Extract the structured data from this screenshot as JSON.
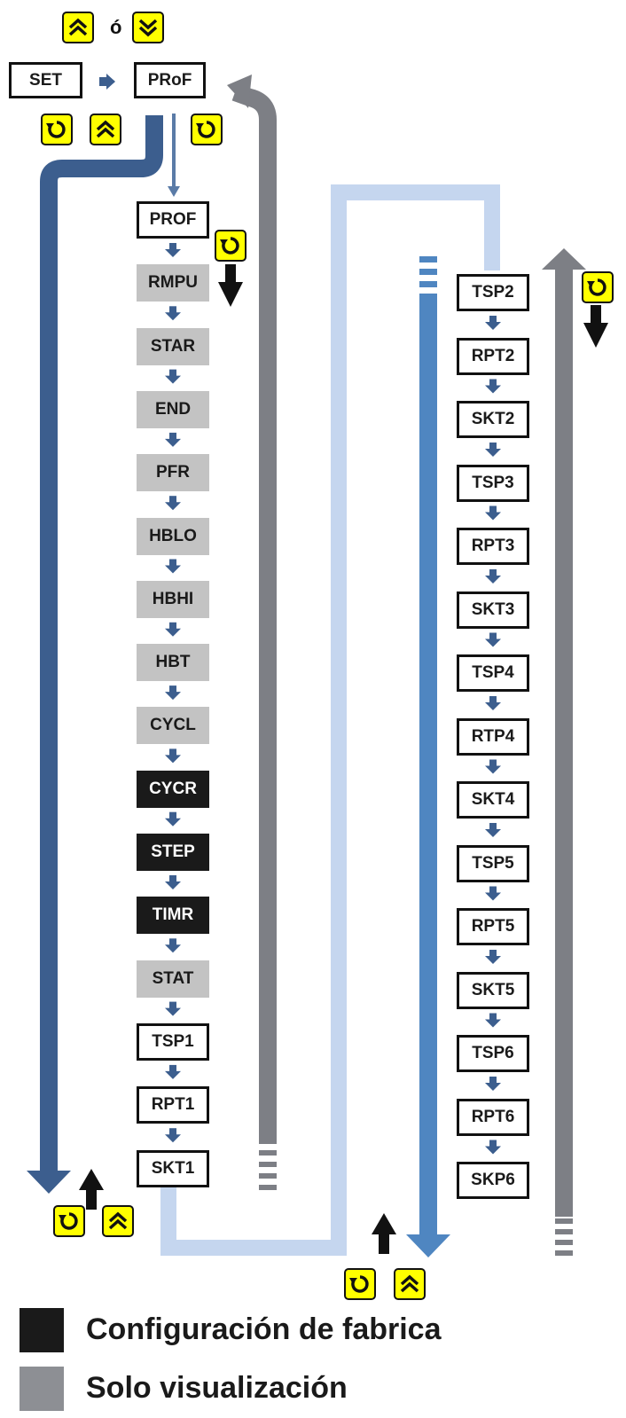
{
  "header": {
    "separator": "ó",
    "set_label": "SET",
    "prof_label": "PRoF"
  },
  "left_column": [
    "PROF",
    "RMPU",
    "STAR",
    "END",
    "PFR",
    "HBLO",
    "HBHI",
    "HBT",
    "CYCL",
    "CYCR",
    "STEP",
    "TIMR",
    "STAT",
    "TSP1",
    "RPT1",
    "SKT1"
  ],
  "right_column": [
    "TSP2",
    "RPT2",
    "SKT2",
    "TSP3",
    "RPT3",
    "SKT3",
    "TSP4",
    "RTP4",
    "SKT4",
    "TSP5",
    "RPT5",
    "SKT5",
    "TSP6",
    "RPT6",
    "SKP6"
  ],
  "keys": {
    "up": "up-key",
    "down": "down-key",
    "cycle": "cycle-key"
  },
  "colors": {
    "main_path": "#3c5e8e",
    "secondary_path": "#4f86c1",
    "light_path": "#c5d6ef",
    "return_path": "#7d7f85",
    "key": "#ffff00",
    "factory": "#1a1a1a",
    "view_only": "#c3c3c3"
  },
  "legend": {
    "factory": "Configuración de fabrica",
    "view_only": "Solo visualización"
  }
}
